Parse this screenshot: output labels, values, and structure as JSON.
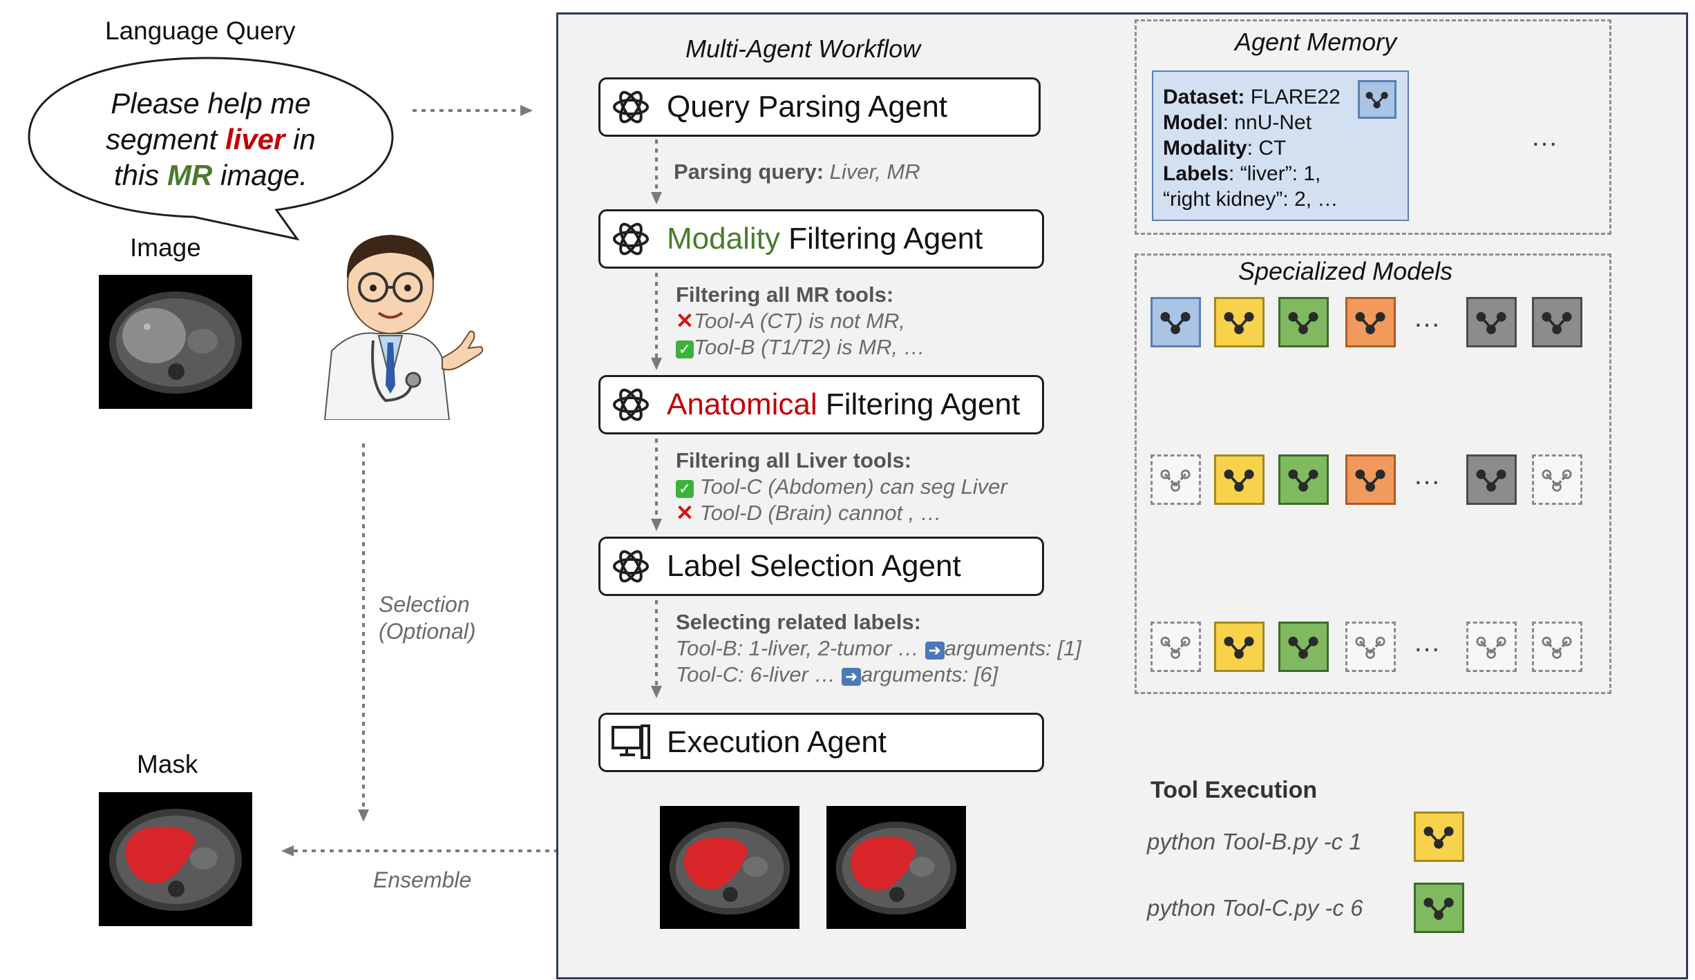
{
  "left": {
    "language_query_title": "Language Query",
    "bubble": {
      "line1": "Please help me",
      "line2_pre": "segment ",
      "line2_keyword": "liver",
      "line2_post": " in",
      "line3_pre": "this ",
      "line3_keyword": "MR",
      "line3_post": " image."
    },
    "image_title": "Image",
    "selection_label_1": "Selection",
    "selection_label_2": "(Optional)",
    "mask_title": "Mask",
    "ensemble_label": "Ensemble"
  },
  "workflow": {
    "title": "Multi-Agent Workflow",
    "agents": [
      {
        "prefix": "",
        "label": "Query Parsing Agent"
      },
      {
        "prefix": "Modality",
        "label": " Filtering Agent"
      },
      {
        "prefix": "Anatomical",
        "label": " Filtering Agent"
      },
      {
        "prefix": "",
        "label": "Label Selection Agent"
      },
      {
        "prefix": "",
        "label": "Execution Agent"
      }
    ],
    "note1": {
      "bold": "Parsing query:",
      "text": " Liver, MR"
    },
    "note2": {
      "bold": "Filtering all MR tools:",
      "line1": "Tool-A (CT) is not MR,",
      "line2": "Tool-B (T1/T2) is MR, …"
    },
    "note3": {
      "bold": "Filtering all Liver tools:",
      "line1": " Tool-C (Abdomen) can seg Liver",
      "line2": " Tool-D (Brain) cannot , …"
    },
    "note4": {
      "bold": "Selecting related labels:",
      "line1a": "Tool-B: 1-liver, 2-tumor … ",
      "line1b": "arguments: [1]",
      "line2a": "Tool-C: 6-liver … ",
      "line2b": "arguments: [6]"
    }
  },
  "memory": {
    "title": "Agent Memory",
    "dataset_key": "Dataset:",
    "dataset_val": " FLARE22",
    "model_key": "Model",
    "model_val": ": nnU-Net",
    "modality_key": "Modality",
    "modality_val": ": CT",
    "labels_key": "Labels",
    "labels_val": ": “liver”: 1,",
    "labels_line2": "“right kidney”: 2, …",
    "ellipsis": "…"
  },
  "specialized": {
    "title": "Specialized Models",
    "rows": [
      [
        "blue",
        "yellow",
        "green",
        "orange",
        "…",
        "gray",
        "gray"
      ],
      [
        "empty",
        "yellow",
        "green",
        "orange",
        "…",
        "gray",
        "empty"
      ],
      [
        "empty",
        "yellow",
        "green",
        "empty",
        "…",
        "empty",
        "empty"
      ]
    ]
  },
  "execution": {
    "title": "Tool Execution",
    "cmd1": "python Tool-B.py -c 1",
    "cmd2": "python Tool-C.py -c 6"
  },
  "colors": {
    "blue": "#a9c4e4",
    "yellow": "#f7d24a",
    "green": "#7fb960",
    "orange": "#f09a5e",
    "gray": "#8c8c8c",
    "keyword_red": "#c00000",
    "keyword_green": "#4a7a2c"
  }
}
